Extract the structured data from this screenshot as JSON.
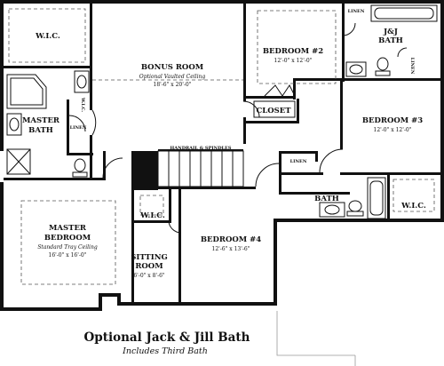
{
  "rooms": {
    "wic_top": {
      "name": "W.I.C."
    },
    "bonus_room": {
      "name": "BONUS ROOM",
      "note": "Optional Vaulted Ceiling",
      "dims": "18'-6\" x 20'-0\""
    },
    "bedroom2": {
      "name": "BEDROOM #2",
      "dims": "12'-0\" x 12'-0\""
    },
    "jj_bath": {
      "name": "J&J",
      "name2": "BATH"
    },
    "linen_top": {
      "name": "LINEN"
    },
    "linen_jj": {
      "name": "LINEN"
    },
    "closet": {
      "name": "CLOSET"
    },
    "bedroom3": {
      "name": "BEDROOM #3",
      "dims": "12'-0\" x 12'-0\""
    },
    "master_bath": {
      "name": "MASTER",
      "name2": "BATH"
    },
    "linen_master": {
      "name": "LINEN"
    },
    "wic_master_small": {
      "name": "W.I.C."
    },
    "handrail": {
      "text": "HANDRAIL & SPINDLES"
    },
    "linen_bath": {
      "name": "LINEN"
    },
    "bath": {
      "name": "BATH"
    },
    "wic_bed3": {
      "name": "W.I.C."
    },
    "master_bedroom": {
      "name": "MASTER",
      "name2": "BEDROOM",
      "note": "Standard Tray Ceiling",
      "dims": "16'-0\" x 16'-0\""
    },
    "wic_sitting": {
      "name": "W.I.C."
    },
    "sitting_room": {
      "name": "SITTING",
      "name2": "ROOM",
      "dims": "6'-0\" x 8'-6\""
    },
    "bedroom4": {
      "name": "BEDROOM #4",
      "dims": "12'-6\" x 13'-6\""
    }
  },
  "caption": {
    "title": "Optional Jack & Jill Bath",
    "subtitle": "Includes Third Bath"
  }
}
